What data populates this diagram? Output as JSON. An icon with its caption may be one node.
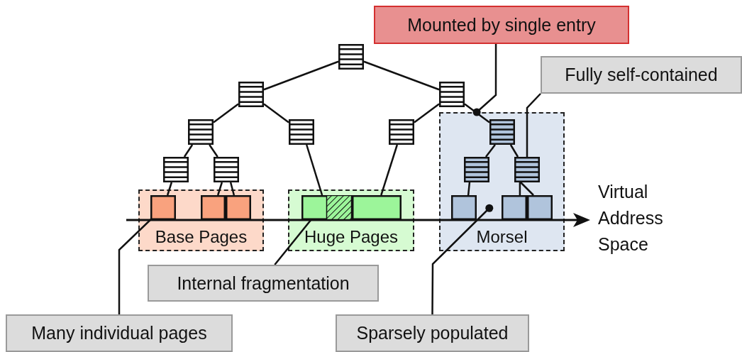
{
  "diagram": {
    "nodes": [
      {
        "text": [
          "Mounted by single entry"
        ]
      },
      {
        "text": [],
        "shape": "table"
      },
      {
        "text": [
          "Fully self-contained"
        ]
      },
      {
        "text": [],
        "shape": "table"
      },
      {
        "text": [],
        "shape": "table"
      },
      {
        "text": [
          "Morsel"
        ]
      },
      {
        "text": [],
        "shape": "table"
      },
      {
        "text": [],
        "shape": "table"
      },
      {
        "text": [],
        "shape": "table"
      },
      {
        "text": [],
        "shape": "table",
        "in": 5
      },
      {
        "text": [],
        "shape": "table"
      },
      {
        "text": [],
        "shape": "table"
      },
      {
        "text": [],
        "shape": "table",
        "in": 5
      },
      {
        "text": [],
        "shape": "table",
        "in": 5
      },
      {
        "text": [
          "Base Pages"
        ]
      },
      {
        "text": [],
        "shape": "box",
        "in": 14
      },
      {
        "text": [],
        "shape": "box",
        "in": 14
      },
      {
        "text": [],
        "shape": "box",
        "in": 14
      },
      {
        "text": [
          "Huge Pages"
        ]
      },
      {
        "text": [],
        "shape": "box",
        "in": 18
      },
      {
        "text": [],
        "shape": "box",
        "in": 18
      },
      {
        "text": [],
        "shape": "box",
        "in": 5
      },
      {
        "text": [],
        "shape": "box",
        "in": 5
      },
      {
        "text": [],
        "shape": "box",
        "in": 5
      },
      {
        "text": [
          "Internal fragmentation"
        ]
      },
      {
        "text": [
          "Many individual pages"
        ]
      },
      {
        "text": [
          "Sparsely populated"
        ]
      }
    ],
    "edges": [
      {
        "from": 1,
        "to": 3,
        "arrow": "none"
      },
      {
        "from": 1,
        "to": 4,
        "arrow": "none"
      },
      {
        "from": 3,
        "to": 6,
        "arrow": "none"
      },
      {
        "from": 3,
        "to": 7,
        "arrow": "none"
      },
      {
        "from": 4,
        "to": 8,
        "arrow": "none"
      },
      {
        "from": 4,
        "to": 9,
        "arrow": "none"
      },
      {
        "from": 6,
        "to": 10,
        "arrow": "none"
      },
      {
        "from": 6,
        "to": 11,
        "arrow": "none"
      },
      {
        "from": 7,
        "to": 19,
        "arrow": "none"
      },
      {
        "from": 8,
        "to": 20,
        "arrow": "none"
      },
      {
        "from": 9,
        "to": 12,
        "arrow": "none"
      },
      {
        "from": 9,
        "to": 13,
        "arrow": "none"
      },
      {
        "from": 10,
        "to": 15,
        "arrow": "none"
      },
      {
        "from": 11,
        "to": 16,
        "arrow": "none"
      },
      {
        "from": 11,
        "to": 17,
        "arrow": "none"
      },
      {
        "from": 12,
        "to": 21,
        "arrow": "none"
      },
      {
        "from": 13,
        "to": 22,
        "arrow": "none"
      },
      {
        "from": 13,
        "to": 23,
        "arrow": "none"
      },
      {
        "from": 0,
        "to": 5,
        "arrow": "other"
      },
      {
        "from": 2,
        "to": 13,
        "arrow": "other"
      },
      {
        "from": 24,
        "to": 19,
        "arrow": "other"
      },
      {
        "from": 25,
        "to": 15,
        "arrow": "other"
      },
      {
        "from": 26,
        "to": 5,
        "arrow": "other"
      }
    ],
    "labels": [
      "Virtual Address Space"
    ]
  }
}
